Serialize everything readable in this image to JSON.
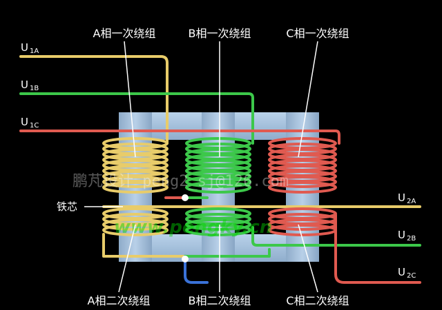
{
  "colors": {
    "background": "#000000",
    "core": "#a8c4de",
    "core_dark": "#7f9cbb",
    "phase_a": "#e8cc6a",
    "phase_b": "#3cc84a",
    "phase_c": "#e05a50",
    "neutral": "#3a72d8"
  },
  "labels": {
    "a_primary": "A相一次绕组",
    "b_primary": "B相一次绕组",
    "c_primary": "C相一次绕组",
    "a_secondary": "A相二次绕组",
    "b_secondary": "B相二次绕组",
    "c_secondary": "C相二次绕组",
    "core": "铁芯"
  },
  "terminals": {
    "u1a": {
      "main": "U",
      "sub": "1A"
    },
    "u1b": {
      "main": "U",
      "sub": "1B"
    },
    "u1c": {
      "main": "U",
      "sub": "1C"
    },
    "u2a": {
      "main": "U",
      "sub": "2A"
    },
    "u2b": {
      "main": "U",
      "sub": "2B"
    },
    "u2c": {
      "main": "U",
      "sub": "2C"
    }
  },
  "watermark": {
    "line1": "鹏芃设计 peng2_sj@126.com",
    "line2": "www.pengky.cn"
  }
}
